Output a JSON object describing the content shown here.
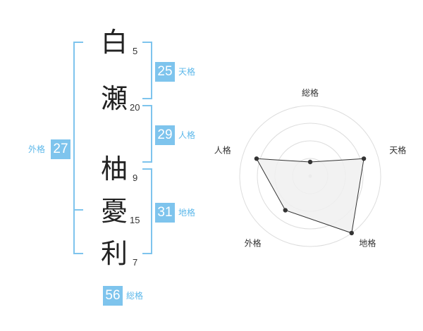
{
  "name": {
    "characters": [
      {
        "char": "白",
        "strokes": "5"
      },
      {
        "char": "瀬",
        "strokes": "20"
      },
      {
        "char": "柚",
        "strokes": "9"
      },
      {
        "char": "憂",
        "strokes": "15"
      },
      {
        "char": "利",
        "strokes": "7"
      }
    ]
  },
  "fortunes": {
    "tenkaku": {
      "value": "25",
      "label": "天格"
    },
    "jinkaku": {
      "value": "29",
      "label": "人格"
    },
    "chikaku": {
      "value": "31",
      "label": "地格"
    },
    "gaikaku": {
      "value": "27",
      "label": "外格"
    },
    "soukaku": {
      "value": "56",
      "label": "総格"
    }
  },
  "chart_data": {
    "type": "radar",
    "axes": [
      "総格",
      "天格",
      "地格",
      "外格",
      "人格"
    ],
    "values": [
      1,
      4,
      5,
      3,
      4
    ],
    "rmax": 5,
    "rings": 4,
    "fill": "#f0f0f0",
    "line_color": "#333333"
  }
}
